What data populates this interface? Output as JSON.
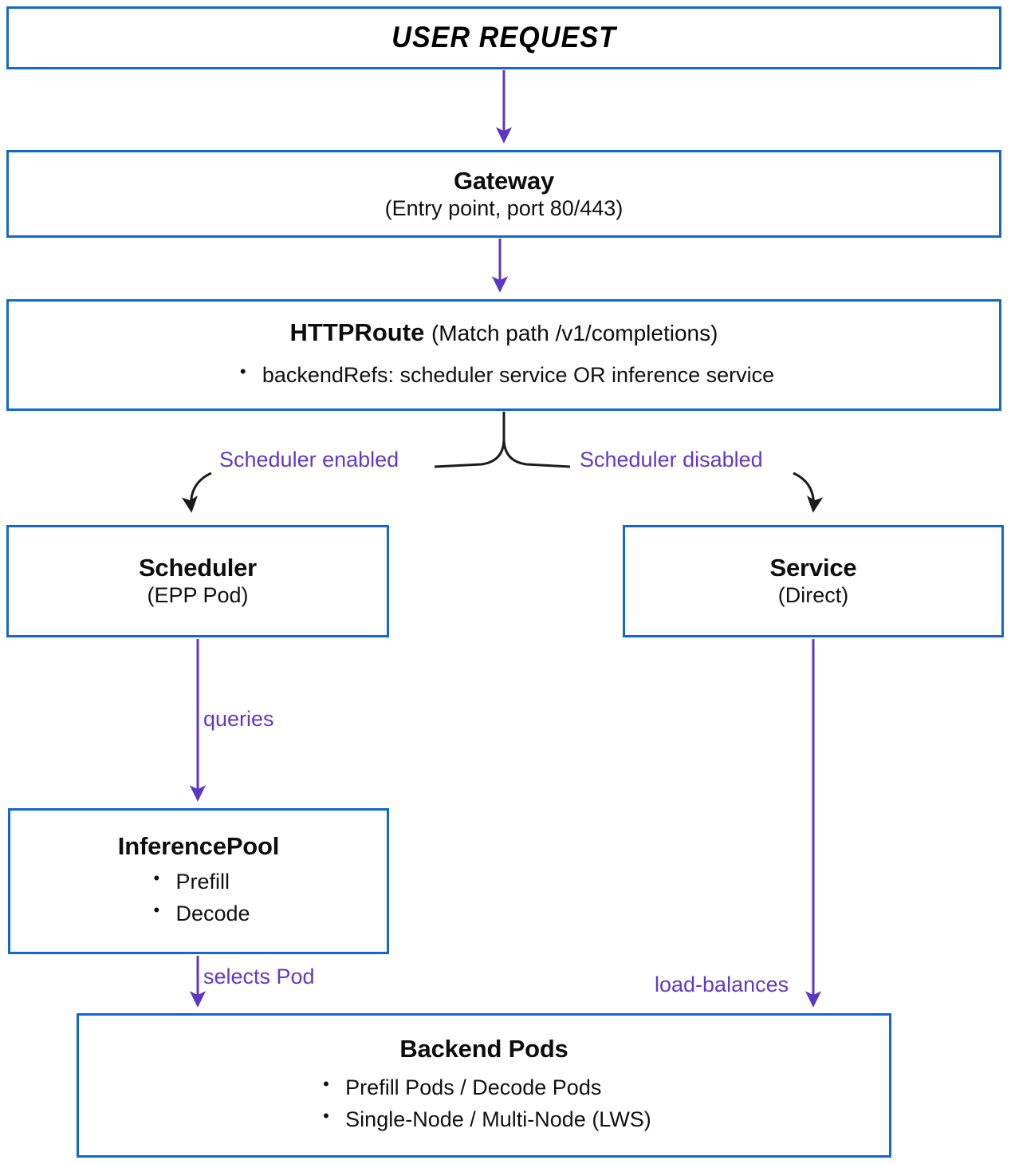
{
  "diagram": {
    "type": "flowchart",
    "direction": "top-down",
    "colors": {
      "node_border": "#1168cf",
      "node_fill": "#ffffff",
      "node_text": "#111111",
      "edge_purple": "#6139c9",
      "edge_dark": "#1a1a1a"
    }
  },
  "nodes": {
    "user_request": {
      "title": "USER REQUEST"
    },
    "gateway": {
      "title": "Gateway",
      "subtitle": "(Entry point, port 80/443)"
    },
    "httproute": {
      "title": "HTTPRoute",
      "title_suffix": "(Match path /v1/completions)",
      "bullets": [
        "backendRefs: scheduler service OR inference service"
      ]
    },
    "scheduler": {
      "title": "Scheduler",
      "subtitle": "(EPP Pod)"
    },
    "service": {
      "title": "Service",
      "subtitle": "(Direct)"
    },
    "inferencepool": {
      "title": "InferencePool",
      "bullets": [
        "Prefill",
        "Decode"
      ]
    },
    "backendpods": {
      "title": "Backend Pods",
      "bullets": [
        "Prefill Pods / Decode Pods",
        "Single-Node / Multi-Node (LWS)"
      ]
    }
  },
  "edges": [
    {
      "id": "user-request-to-gateway",
      "from": "user_request",
      "to": "gateway",
      "label": "",
      "style": "purple-straight"
    },
    {
      "id": "gateway-to-httproute",
      "from": "gateway",
      "to": "httproute",
      "label": "",
      "style": "purple-straight"
    },
    {
      "id": "httproute-to-scheduler",
      "from": "httproute",
      "to": "scheduler",
      "label": "Scheduler enabled",
      "style": "dark-curved"
    },
    {
      "id": "httproute-to-service",
      "from": "httproute",
      "to": "service",
      "label": "Scheduler disabled",
      "style": "dark-curved"
    },
    {
      "id": "scheduler-to-inferencepool",
      "from": "scheduler",
      "to": "inferencepool",
      "label": "queries",
      "style": "purple-straight"
    },
    {
      "id": "inferencepool-to-backendpods",
      "from": "inferencepool",
      "to": "backendpods",
      "label": "selects Pod",
      "style": "purple-straight"
    },
    {
      "id": "service-to-backendpods",
      "from": "service",
      "to": "backendpods",
      "label": "load-balances",
      "style": "purple-straight"
    }
  ]
}
